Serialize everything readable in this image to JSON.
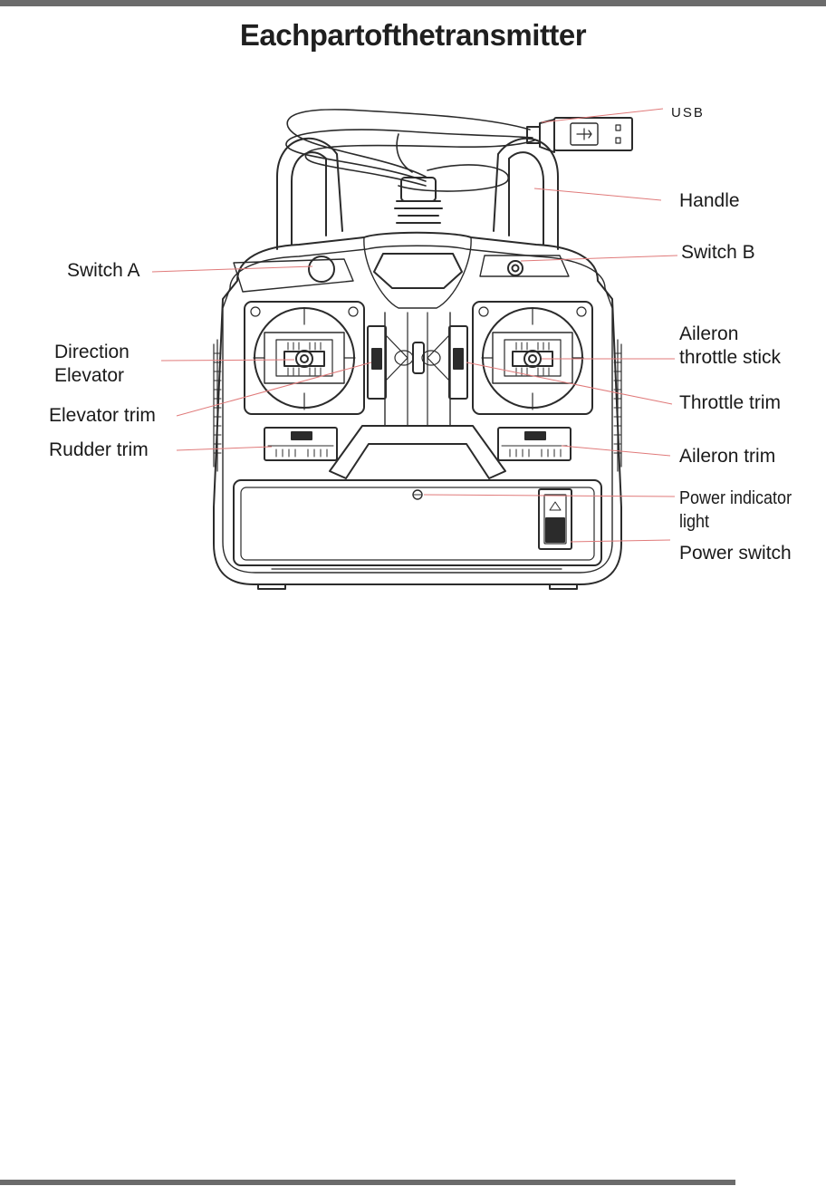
{
  "title": "Eachpartofthetransmitter",
  "labels": {
    "usb": "USB",
    "handle": "Handle",
    "switch_a": "Switch A",
    "switch_b": "Switch B",
    "direction_elevator": "Direction\nElevator",
    "aileron_throttle_stick": "Aileron\nthrottle stick",
    "elevator_trim": "Elevator trim",
    "throttle_trim": "Throttle trim",
    "rudder_trim": "Rudder trim",
    "aileron_trim": "Aileron trim",
    "power_indicator_light": "Power indicator\nlight",
    "power_switch": "Power switch"
  },
  "colors": {
    "bars": "#6b6b6b",
    "leader_lines": "#e07a7a",
    "drawing": "#2b2b2b"
  }
}
